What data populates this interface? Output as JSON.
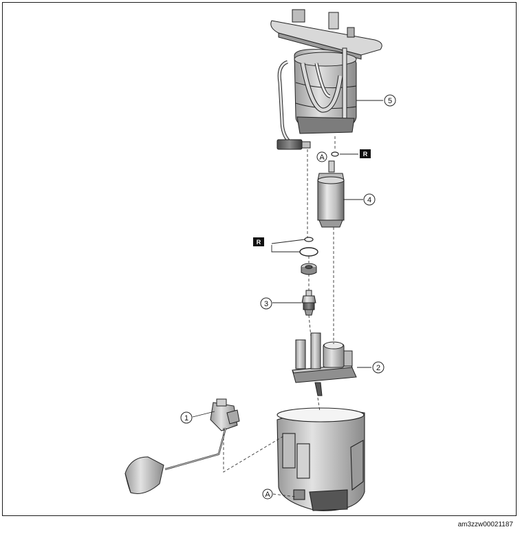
{
  "callouts": [
    {
      "label": "1"
    },
    {
      "label": "2"
    },
    {
      "label": "3"
    },
    {
      "label": "4"
    },
    {
      "label": "5"
    }
  ],
  "reference_marks": {
    "a_label": "A"
  },
  "replace_badge": {
    "label": "R"
  },
  "figure_id": "am3zzw00021187"
}
